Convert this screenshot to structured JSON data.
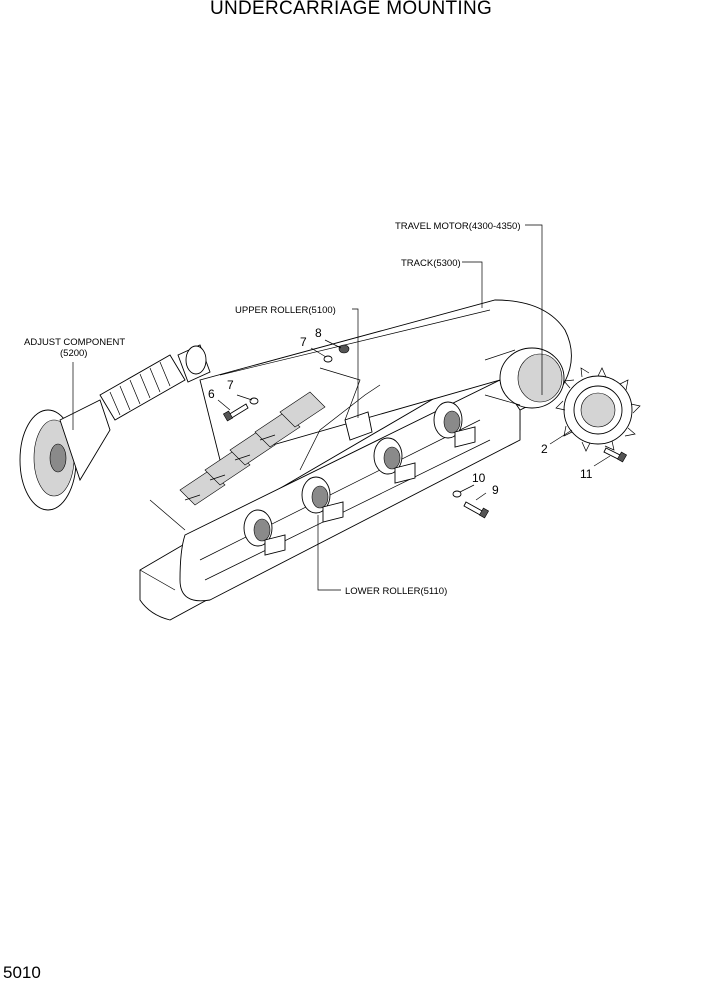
{
  "title": "UNDERCARRIAGE MOUNTING",
  "page_number": "5010",
  "callouts": {
    "travel_motor": "TRAVEL MOTOR(4300-4350)",
    "track": "TRACK(5300)",
    "upper_roller": "UPPER ROLLER(5100)",
    "adjust_component": "ADJUST COMPONENT",
    "adjust_component_code": "(5200)",
    "lower_roller": "LOWER ROLLER(5110)"
  },
  "part_numbers": {
    "p2": "2",
    "p6": "6",
    "p7a": "7",
    "p7b": "7",
    "p8": "8",
    "p9": "9",
    "p10": "10",
    "p11": "11"
  }
}
